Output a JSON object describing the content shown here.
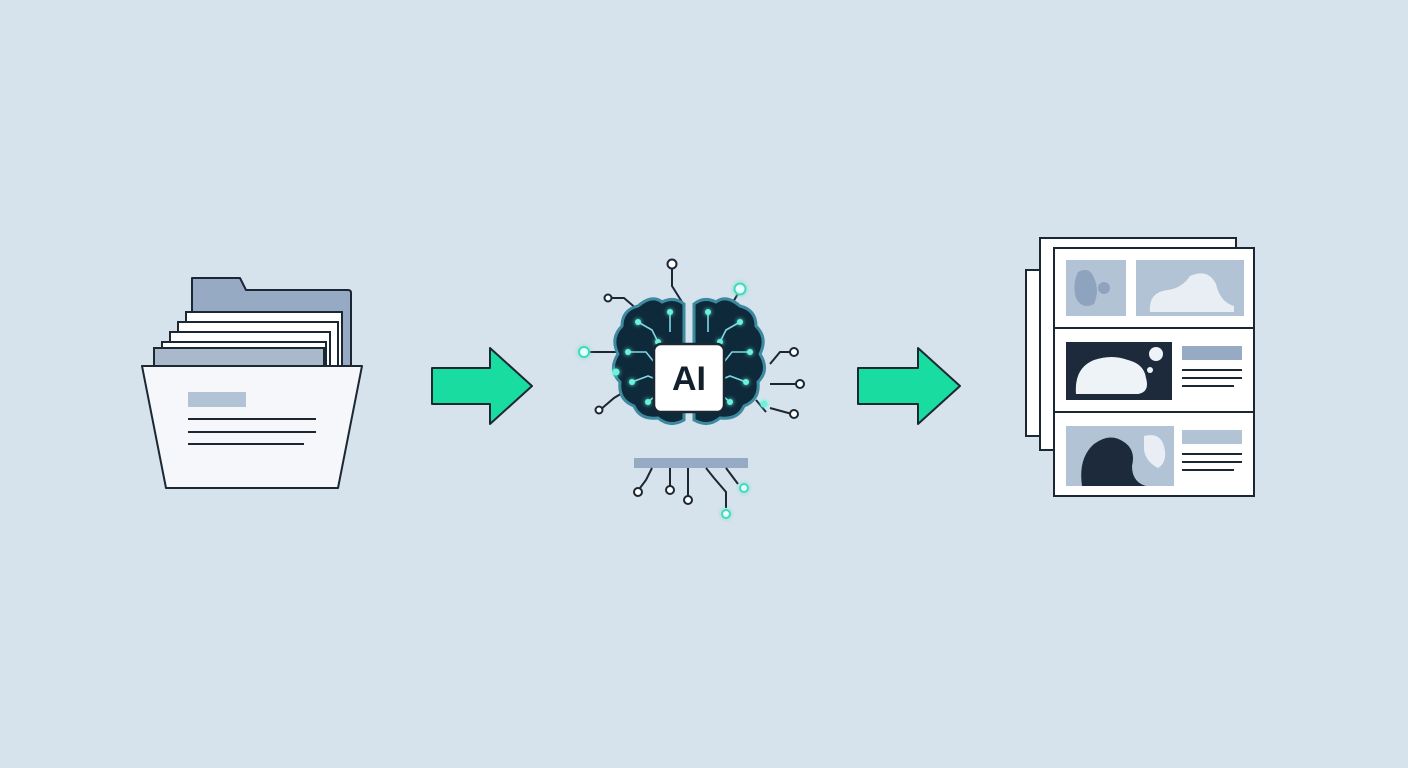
{
  "diagram": {
    "steps": [
      {
        "id": "input",
        "icon": "document-folder-icon"
      },
      {
        "id": "process",
        "icon": "ai-brain-icon",
        "label": "AI"
      },
      {
        "id": "output",
        "icon": "report-pages-icon"
      }
    ],
    "connectors": [
      "arrow-right-icon",
      "arrow-right-icon"
    ]
  },
  "colors": {
    "background": "#d6e3ed",
    "outline": "#1b2733",
    "arrow": "#19dca0",
    "accent_glow": "#6af3db",
    "brain_fill": "#0e2a3a",
    "folder_tab": "#96aac3",
    "placeholder_block": "#a7b8cd",
    "dark_block": "#1c2a3b"
  }
}
